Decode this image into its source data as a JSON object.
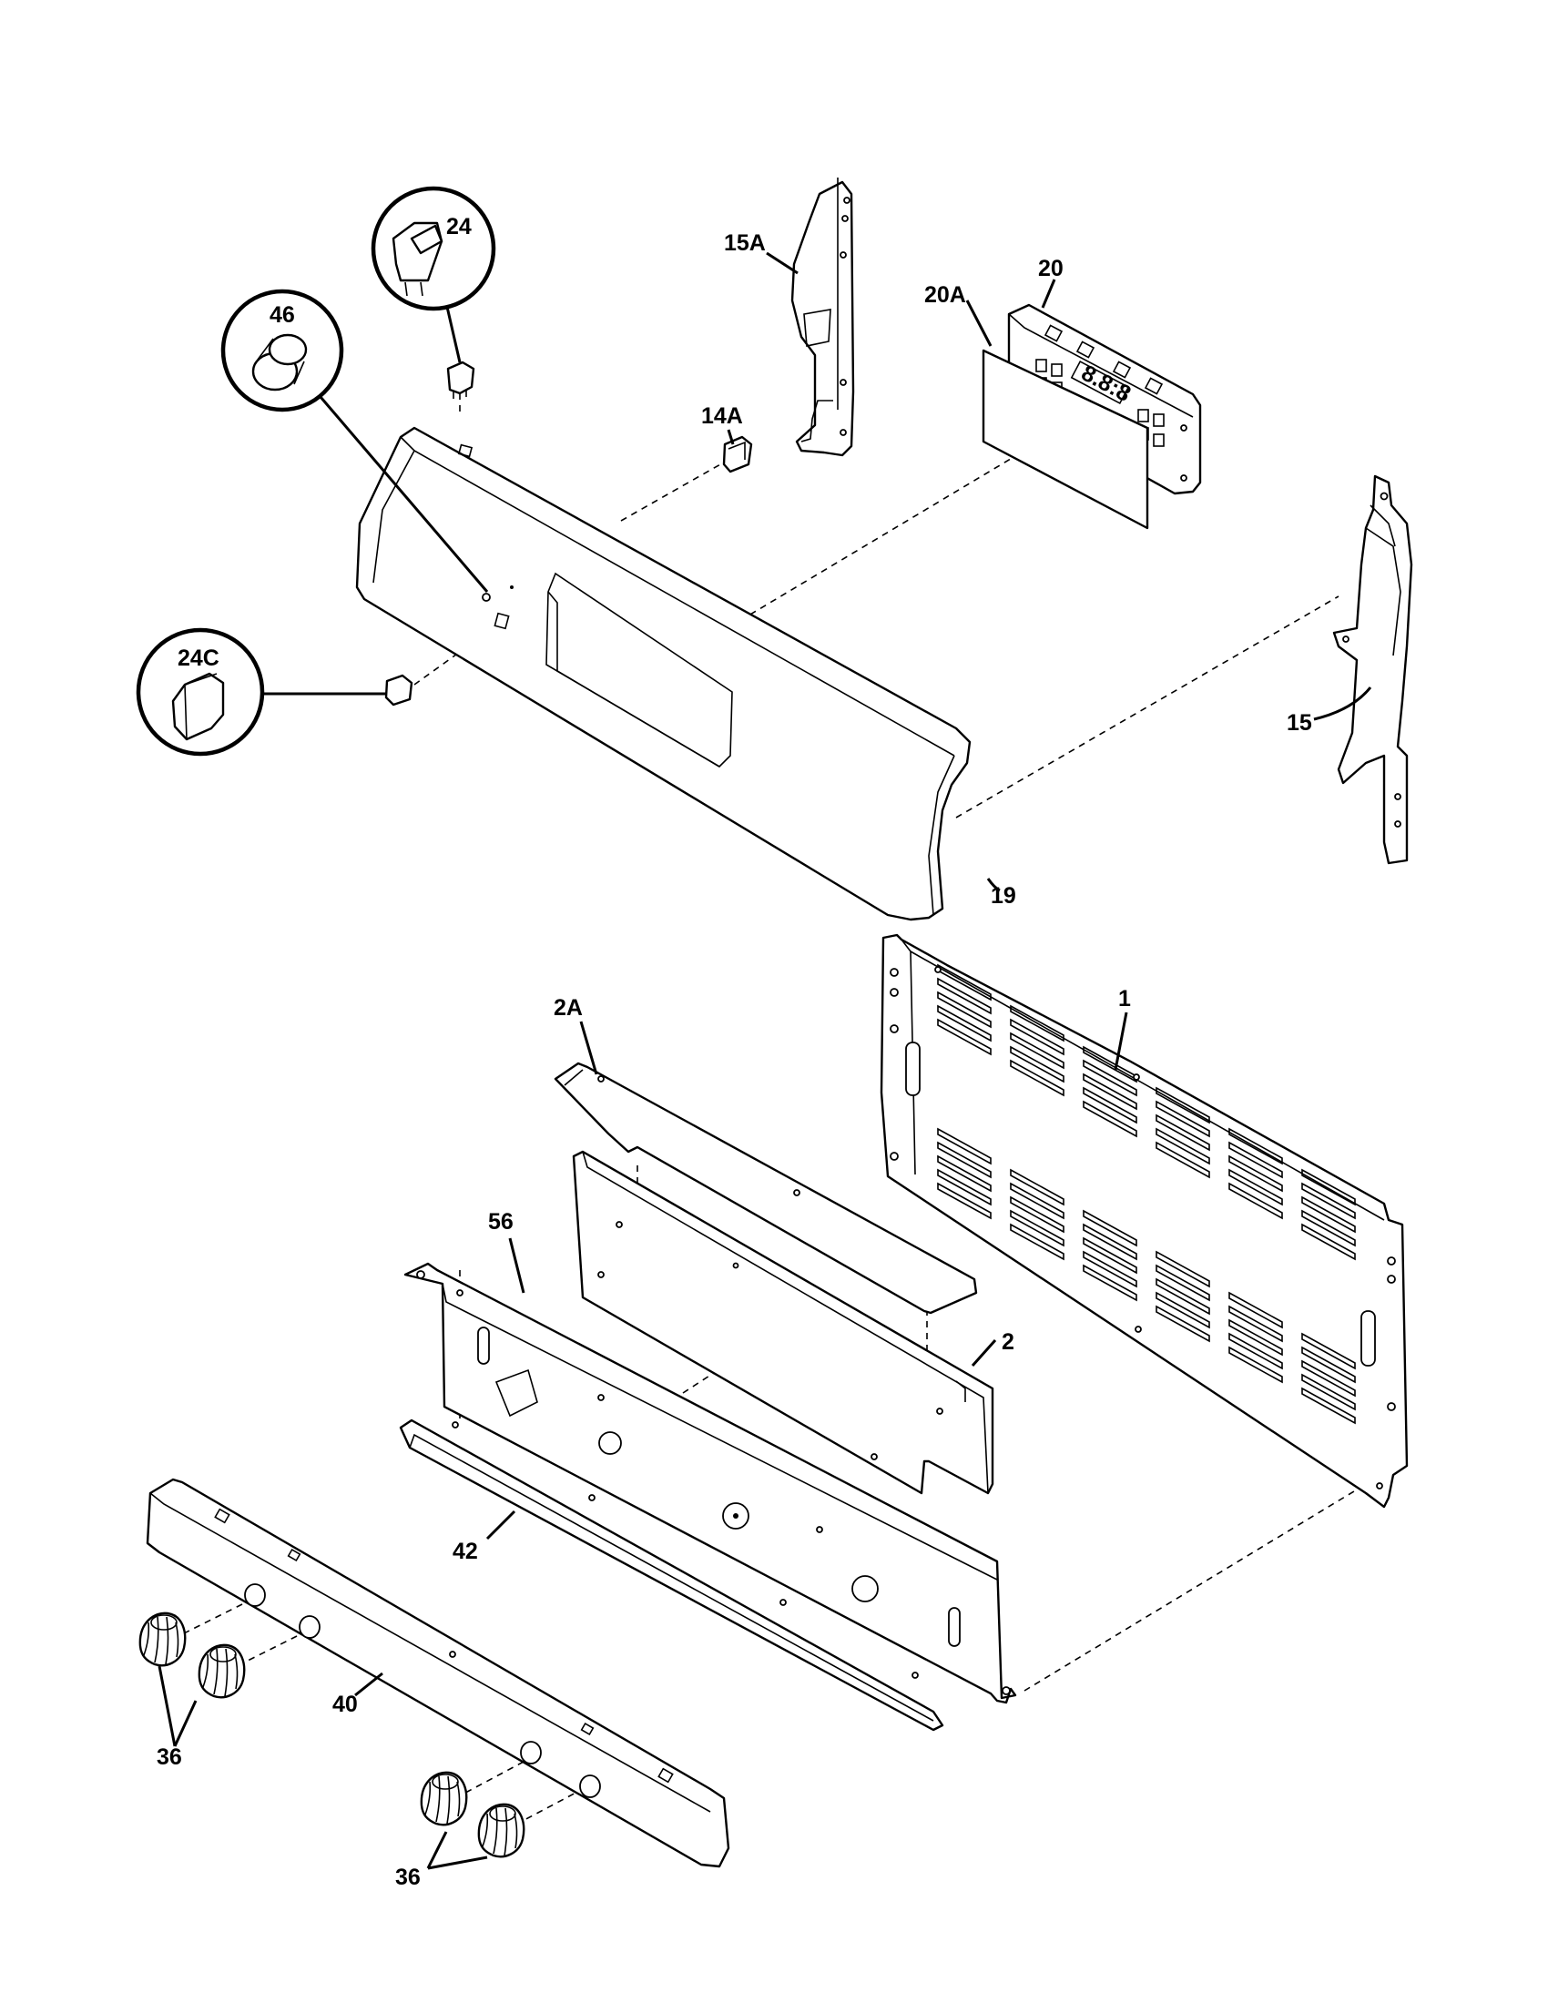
{
  "diagram": {
    "callouts": {
      "c24": "24",
      "c46": "46",
      "c24c": "24C",
      "c15a": "15A",
      "c14a": "14A",
      "c20": "20",
      "c20a": "20A",
      "c15": "15",
      "c19": "19",
      "c1": "1",
      "c2a": "2A",
      "c56": "56",
      "c2": "2",
      "c42": "42",
      "c40": "40",
      "c36a": "36",
      "c36b": "36"
    }
  }
}
